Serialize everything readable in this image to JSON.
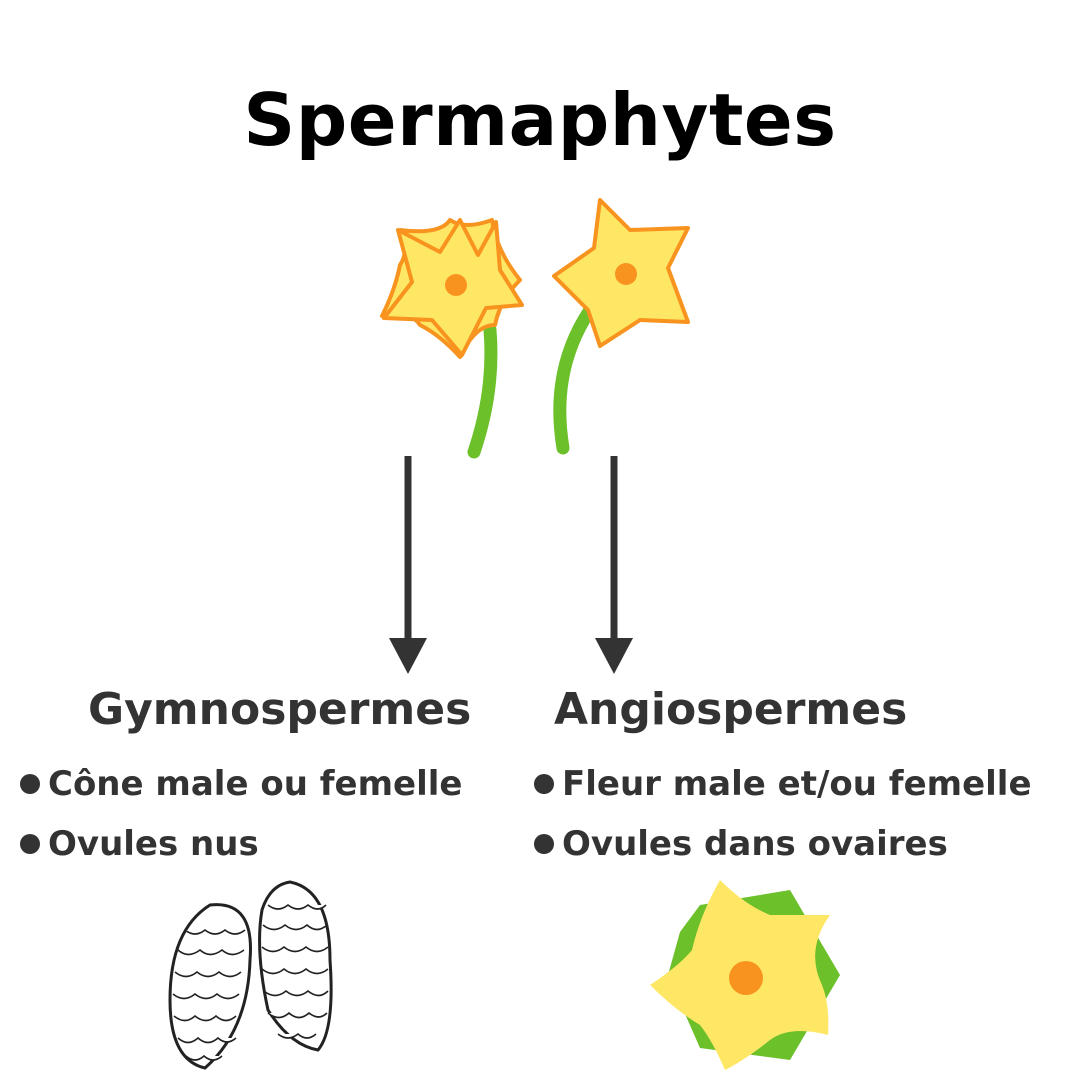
{
  "title": "Spermaphytes",
  "colors": {
    "text": "#000000",
    "subtext": "#333333",
    "arrow": "#333333",
    "petal": "#FFE766",
    "petal_stroke": "#F7931E",
    "center": "#F7931E",
    "stem": "#6CC02A",
    "leaf": "#6CC02A"
  },
  "branches": [
    {
      "heading": "Gymnospermes",
      "bullets": [
        "Cône male ou femelle",
        "Ovules nus"
      ],
      "illustration": "pine-cones-icon"
    },
    {
      "heading": "Angiospermes",
      "bullets": [
        "Fleur male et/ou femelle",
        "Ovules dans ovaires"
      ],
      "illustration": "flower-icon"
    }
  ]
}
